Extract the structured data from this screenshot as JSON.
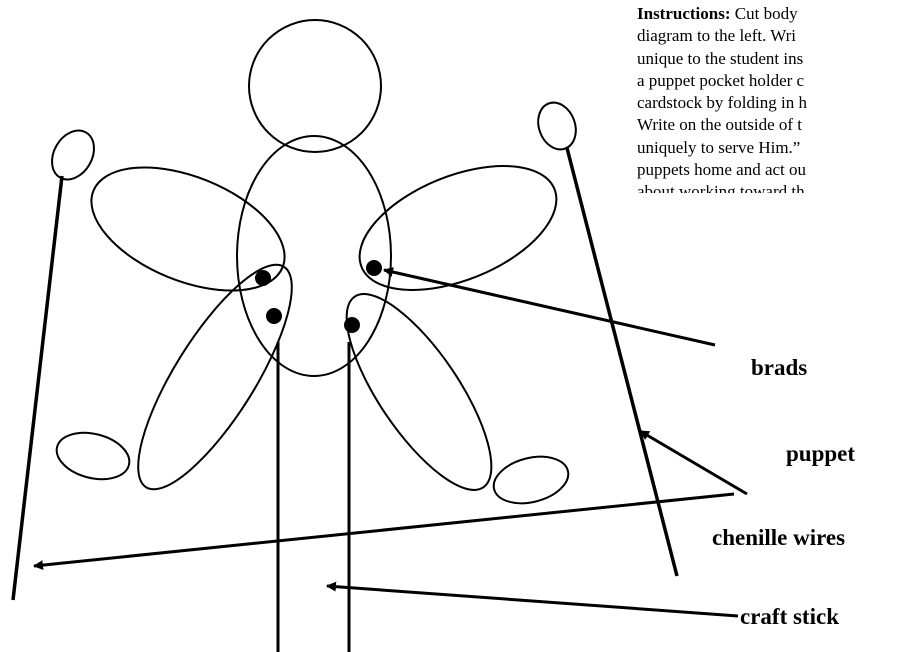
{
  "instructions": {
    "heading": "Instructions:",
    "lines": [
      " Cut body",
      "diagram to the left.  Wri",
      "unique to the student ins",
      "a puppet pocket holder c",
      "cardstock by folding in h",
      "Write on the outside of t",
      "uniquely to serve Him.”",
      "puppets home and act ou",
      "about working toward th"
    ]
  },
  "labels": {
    "brads": "brads",
    "puppet": "puppet",
    "chenille_wires": "chenille wires",
    "craft_stick": "craft stick"
  },
  "colors": {
    "ink": "#000000",
    "background": "#ffffff"
  }
}
